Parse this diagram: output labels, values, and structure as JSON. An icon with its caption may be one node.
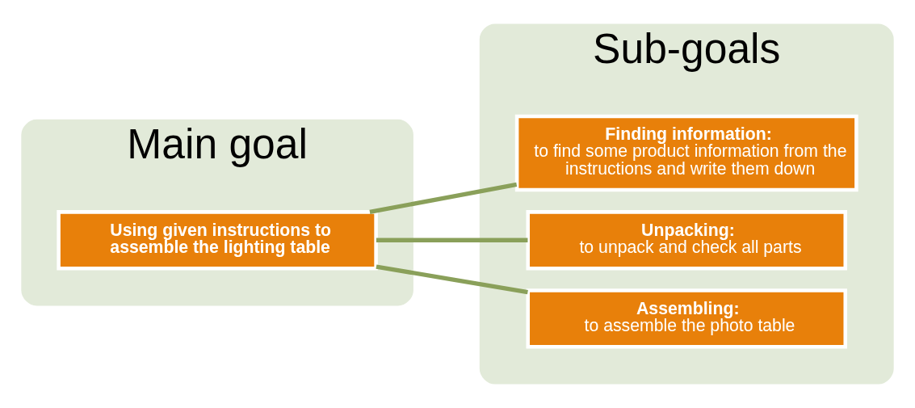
{
  "diagram": {
    "nodes": [
      {
        "text": [
          "Main goal"
        ]
      },
      {
        "text": [
          "Using given instructions to assemble the lighting table"
        ],
        "in": 0
      },
      {
        "text": [
          "Sub-goals"
        ]
      },
      {
        "text": [
          "Finding information:",
          "to find some product information from the instructions and write them down"
        ],
        "in": 2
      },
      {
        "text": [
          "Unpacking:",
          "to unpack and check all parts"
        ],
        "in": 2
      },
      {
        "text": [
          "Assembling:",
          "to assemble the photo table"
        ],
        "in": 2
      }
    ],
    "edges": [
      {
        "from": 1,
        "to": 3,
        "arrow": "none"
      },
      {
        "from": 1,
        "to": 4,
        "arrow": "none"
      },
      {
        "from": 1,
        "to": 5,
        "arrow": "none"
      }
    ]
  }
}
